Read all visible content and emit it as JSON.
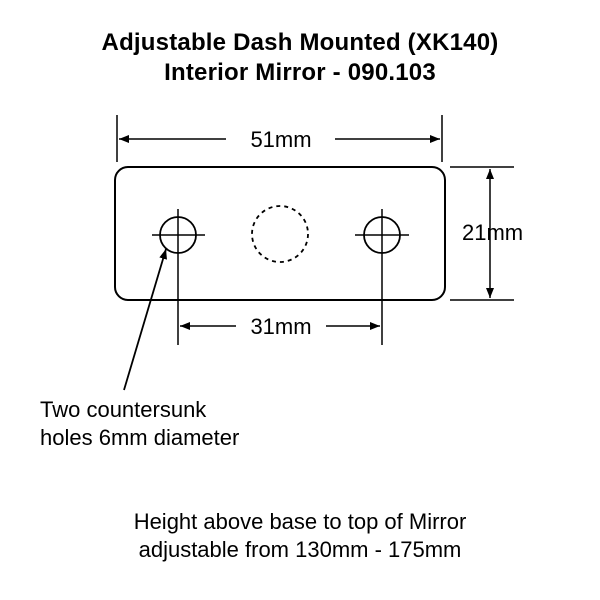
{
  "title": {
    "line1": "Adjustable Dash Mounted (XK140)",
    "line2": "Interior Mirror - 090.103"
  },
  "dimensions": {
    "width_label": "51mm",
    "height_label": "21mm",
    "hole_spacing_label": "31mm"
  },
  "notes": {
    "holes_line1": "Two countersunk",
    "holes_line2": "holes 6mm diameter",
    "footer_line1": "Height above base to top of Mirror",
    "footer_line2": "adjustable from 130mm - 175mm"
  },
  "colors": {
    "line": "#000000",
    "background": "#ffffff"
  }
}
